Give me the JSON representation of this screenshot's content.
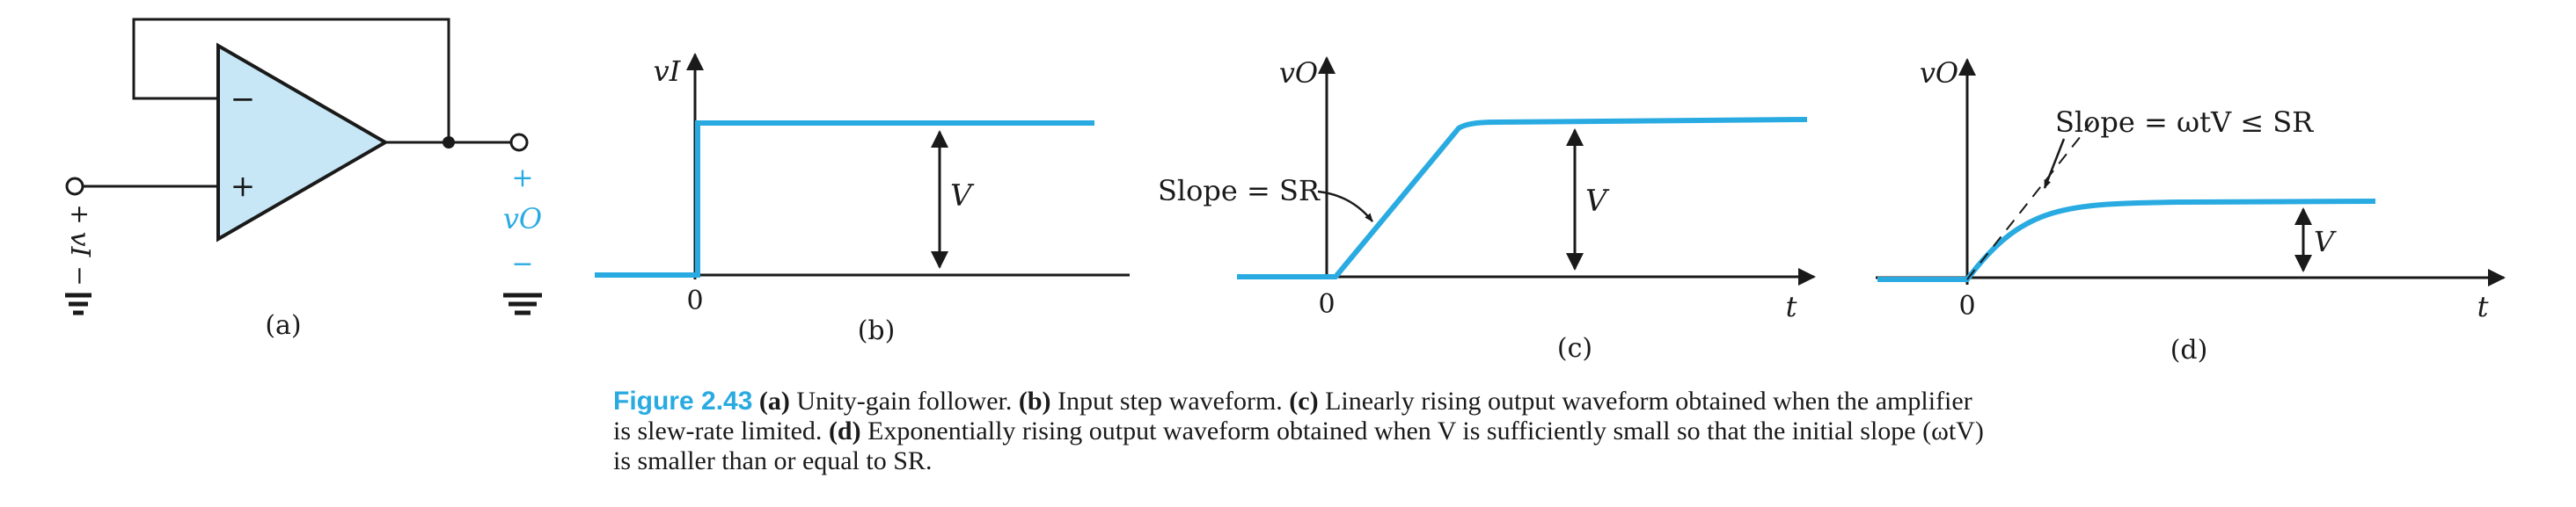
{
  "colors": {
    "accent": "#29abe2",
    "opamp_fill": "#c7e7f6",
    "ink": "#1a1a1a"
  },
  "panel_a": {
    "minus_sign": "−",
    "plus_sign": "+",
    "input_plus": "+",
    "input_label": "vI",
    "input_minus": "−",
    "output_plus": "+",
    "output_label": "vO",
    "output_minus": "−",
    "sublabel": "(a)"
  },
  "panel_b": {
    "y_axis_label": "vI",
    "origin_label": "0",
    "amplitude_label": "V",
    "sublabel": "(b)"
  },
  "panel_c": {
    "y_axis_label": "vO",
    "origin_label": "0",
    "x_axis_label": "t",
    "amplitude_label": "V",
    "slope_annotation": "Slope = SR",
    "sublabel": "(c)"
  },
  "panel_d": {
    "y_axis_label": "vO",
    "origin_label": "0",
    "x_axis_label": "t",
    "amplitude_label": "V",
    "slope_annotation": "Slope = ωtV ≤ SR",
    "sublabel": "(d)"
  },
  "caption": {
    "figure_label": "Figure 2.43",
    "part_a": "(a)",
    "text_a": " Unity-gain follower. ",
    "part_b": "(b)",
    "text_b": " Input step waveform. ",
    "part_c": "(c)",
    "text_c": " Linearly rising output waveform obtained when the amplifier is slew-rate limited. ",
    "part_d": "(d)",
    "text_d": " Exponentially rising output waveform obtained when V is sufficiently small so that the initial slope (ωtV) is smaller than or equal to SR."
  }
}
